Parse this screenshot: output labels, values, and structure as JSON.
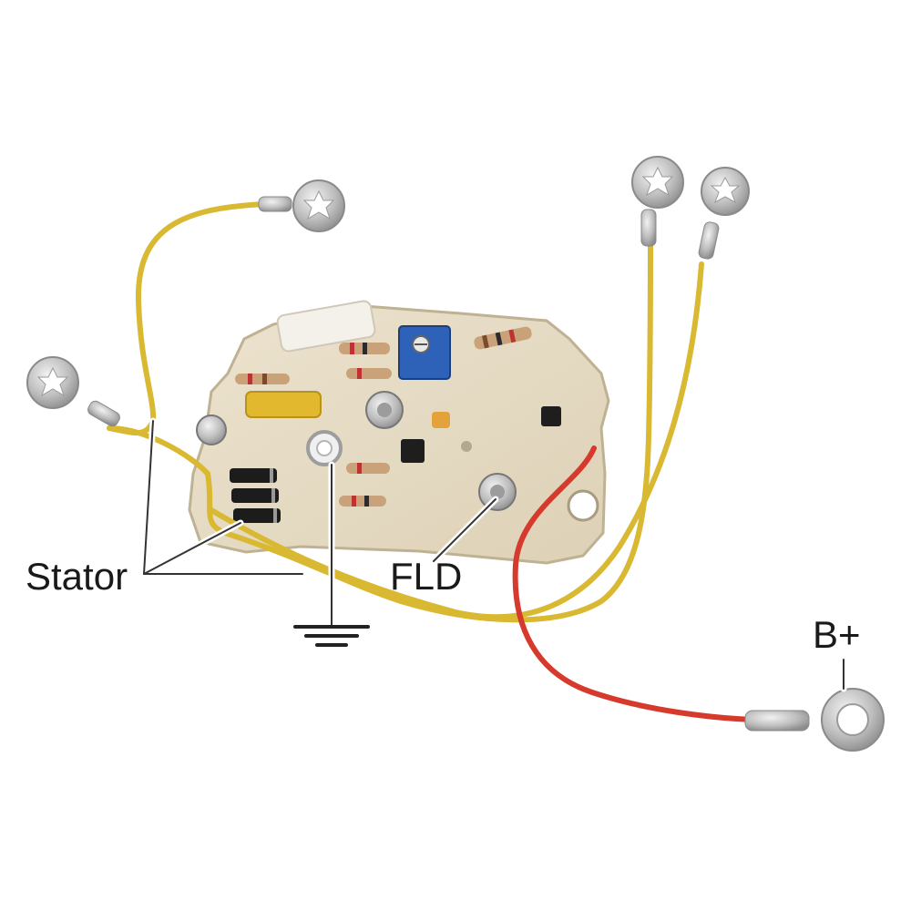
{
  "labels": {
    "stator": "Stator",
    "fld": "FLD",
    "b_plus": "B+"
  },
  "colors": {
    "board": "#e6dcc6",
    "board_edge": "#cfc3a6",
    "yellow_wire": "#d9b832",
    "red_wire": "#d63a2c",
    "terminal_metal": "#c8c8c8",
    "leader_line": "#333333",
    "text": "#1a1a1a"
  },
  "icons": {
    "ground": "ground-symbol-icon",
    "ring_terminal": "ring-terminal-icon",
    "star_terminal": "star-lug-terminal-icon"
  }
}
